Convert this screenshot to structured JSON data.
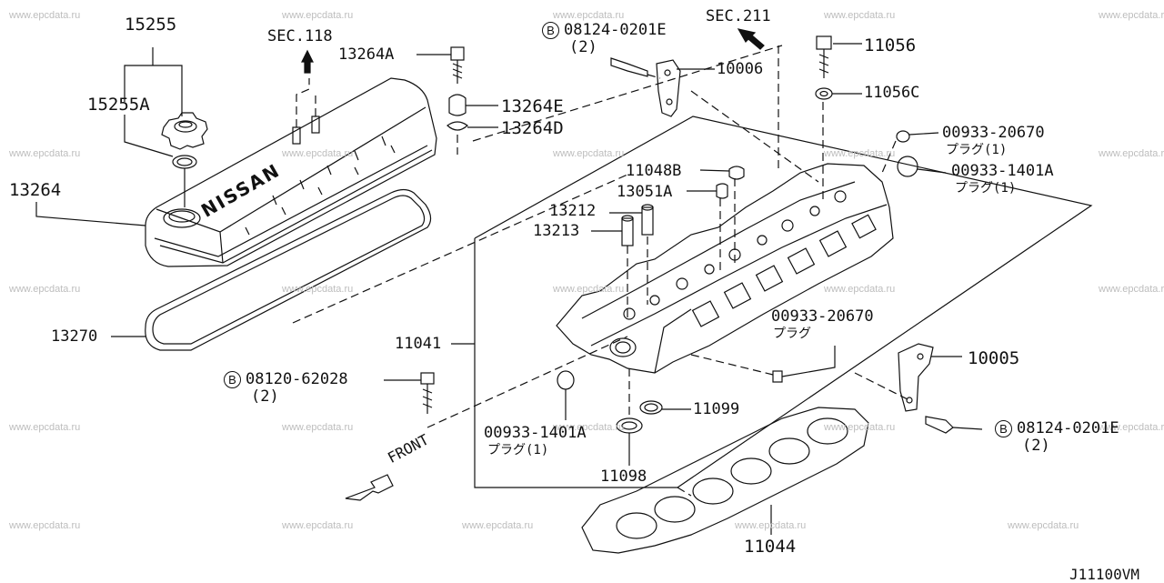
{
  "watermark": "www.epcdata.ru",
  "code": "J11100VM",
  "front_label": "FRONT",
  "sections": {
    "sec118": "SEC.118",
    "sec211": "SEC.211"
  },
  "valve_cover_text": "NISSAN",
  "parts": {
    "p15255": "15255",
    "p15255a": "15255A",
    "p13264": "13264",
    "p13270": "13270",
    "p13264a": "13264A",
    "p13264e": "13264E",
    "p13264d": "13264D",
    "p10006": "10006",
    "p11056": "11056",
    "p11056c": "11056C",
    "p00933_20670_top": "00933-20670",
    "p00933_1401a_top": "00933-1401A",
    "p11048b": "11048B",
    "p13051a": "13051A",
    "p13212": "13212",
    "p13213": "13213",
    "p11041": "11041",
    "p00933_20670_mid": "00933-20670",
    "p10005": "10005",
    "p11099": "11099",
    "p00933_1401a_bot": "00933-1401A",
    "p11098": "11098",
    "p11044": "11044"
  },
  "bolts": {
    "b1": {
      "badge": "B",
      "number": "08124-0201E",
      "qty": "(2)"
    },
    "b2": {
      "badge": "B",
      "number": "08120-62028",
      "qty": "(2)"
    },
    "b3": {
      "badge": "B",
      "number": "08124-0201E",
      "qty": "(2)"
    }
  },
  "subs": {
    "plug1_top": "プラグ(1)",
    "plug2_top": "プラグ(1)",
    "plug_mid": "プラグ",
    "plug_bot": "プラグ(1)"
  }
}
